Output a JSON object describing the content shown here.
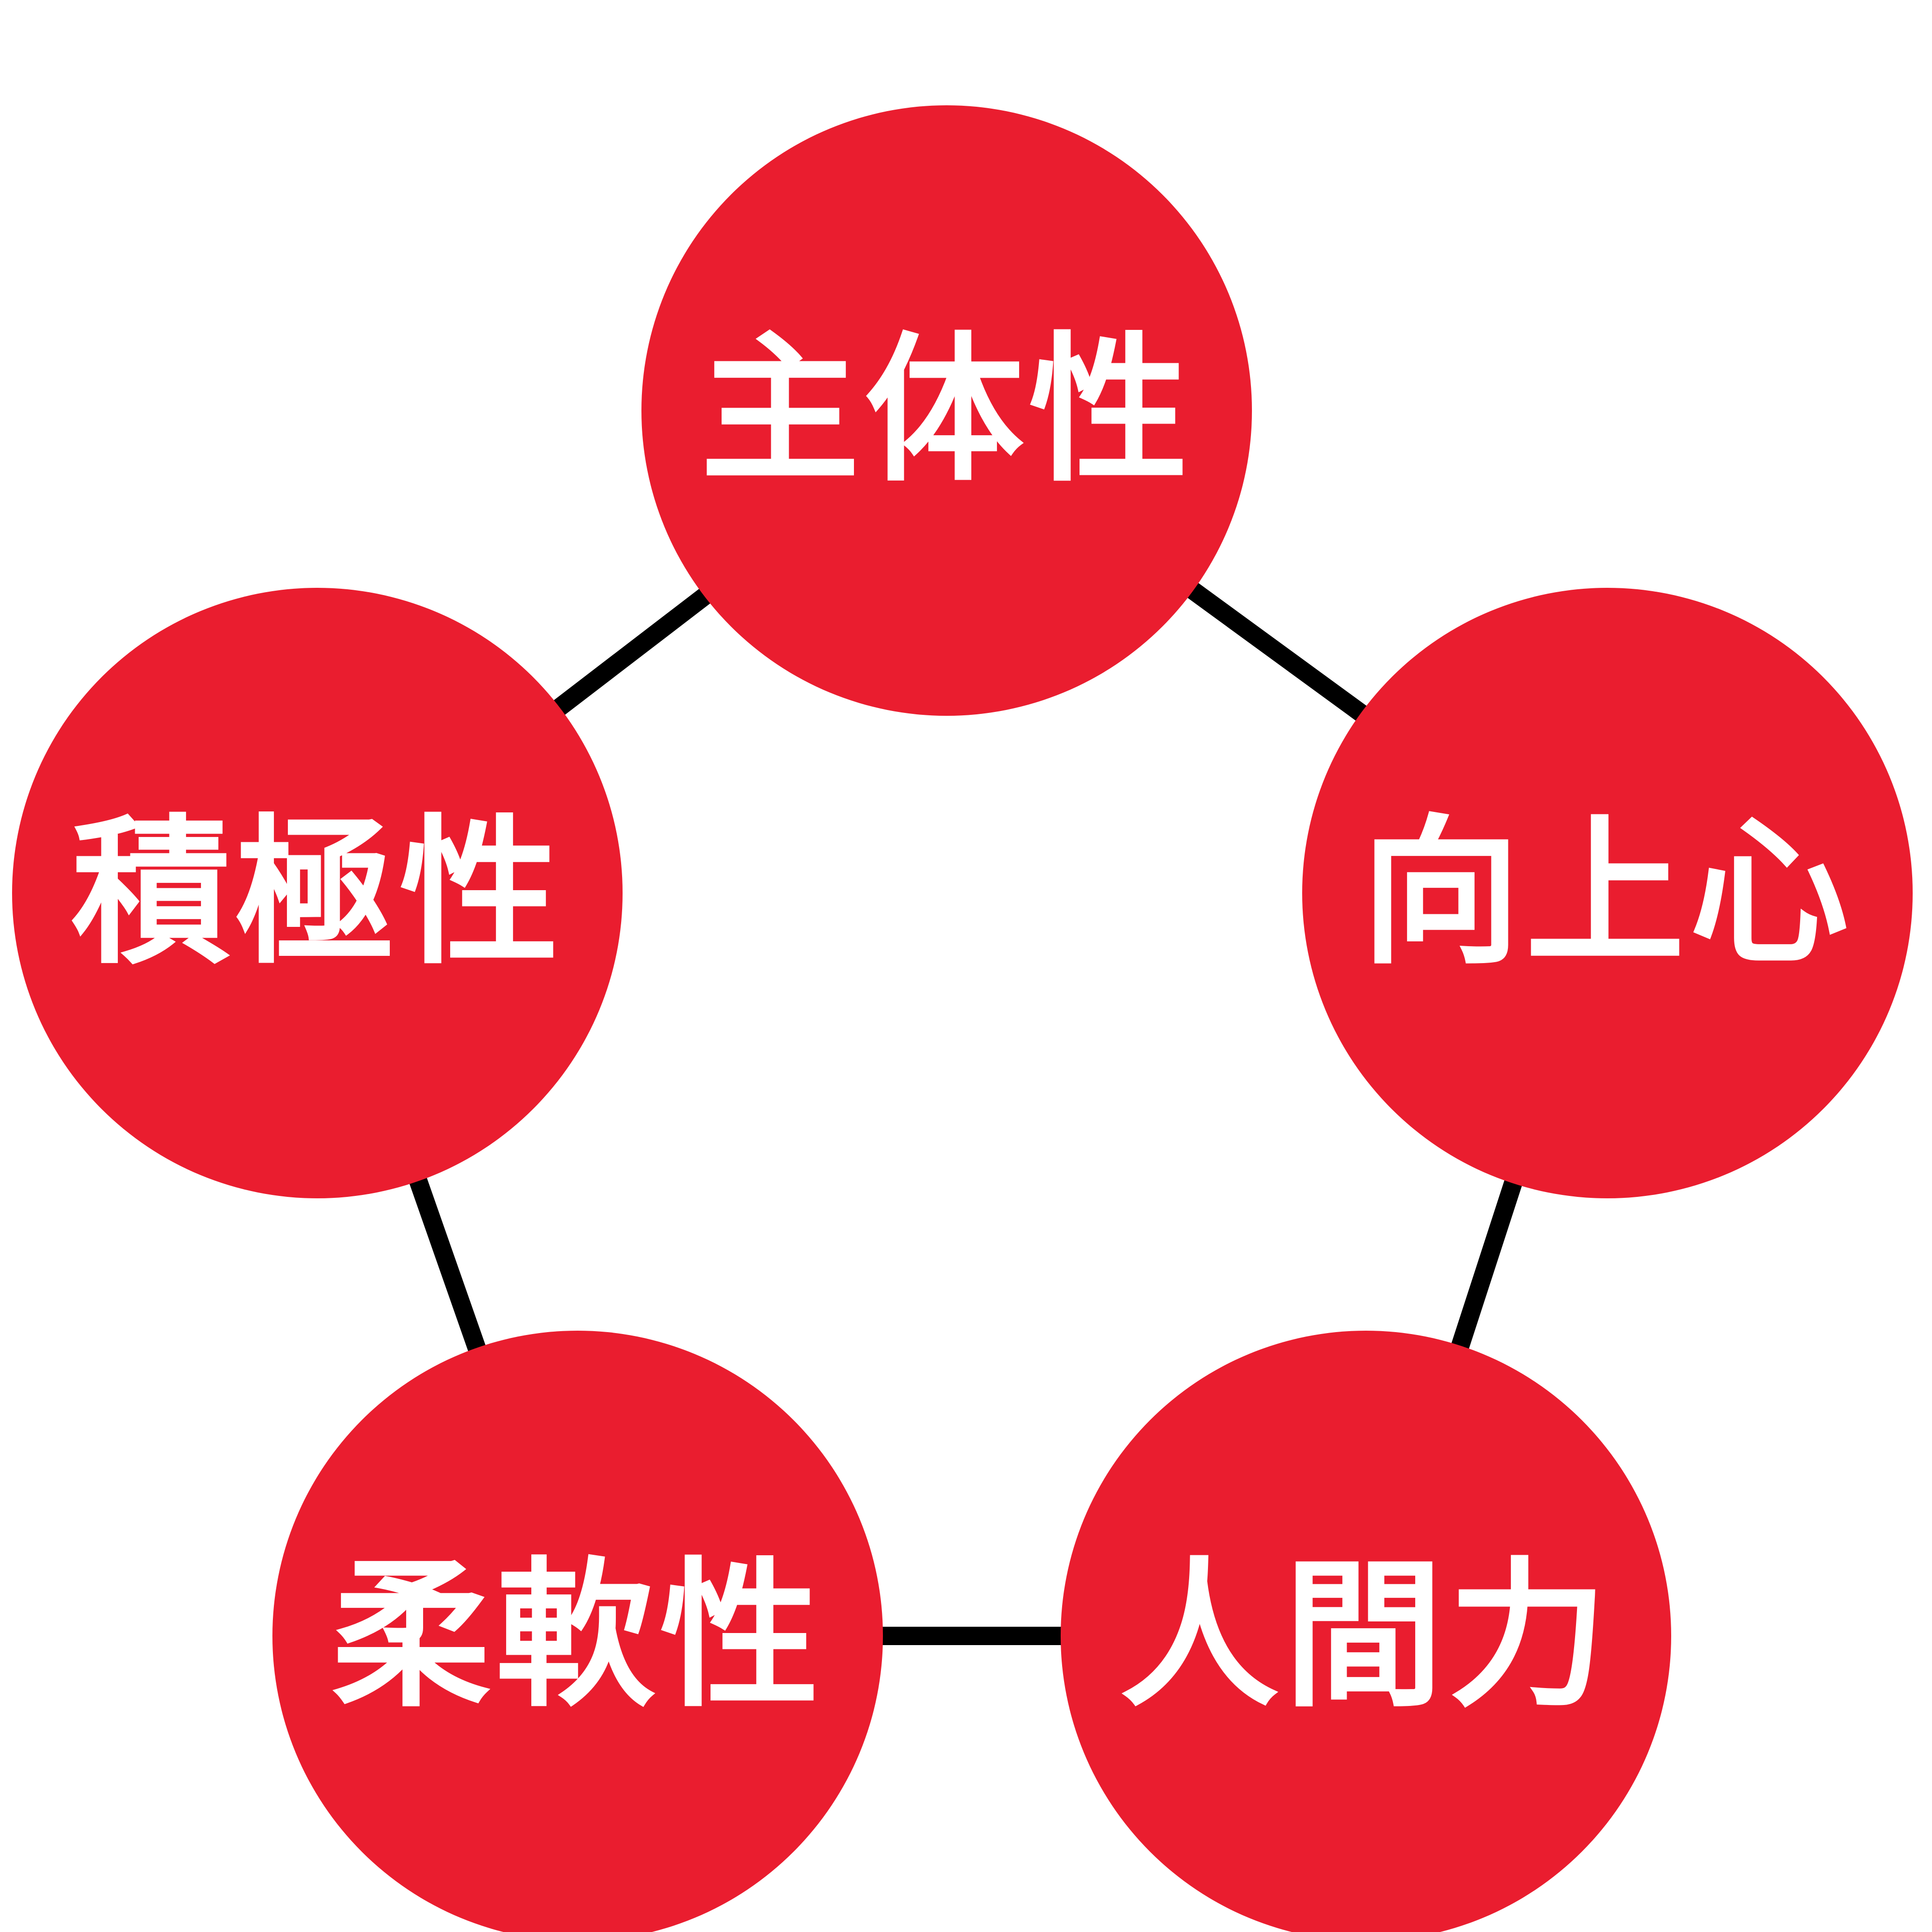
{
  "colors": {
    "node_fill": "#EA1D2F",
    "node_text": "#FFFFFF",
    "connector": "#000000",
    "background": "#FFFFFF"
  },
  "nodes": {
    "top": {
      "label": "主体性"
    },
    "right": {
      "label": "向上心"
    },
    "bottom_right": {
      "label": "人間力"
    },
    "bottom_left": {
      "label": "柔軟性"
    },
    "left": {
      "label": "積極性"
    }
  },
  "connections": [
    [
      "top",
      "right"
    ],
    [
      "right",
      "bottom_right"
    ],
    [
      "bottom_right",
      "bottom_left"
    ],
    [
      "bottom_left",
      "left"
    ],
    [
      "left",
      "top"
    ]
  ]
}
